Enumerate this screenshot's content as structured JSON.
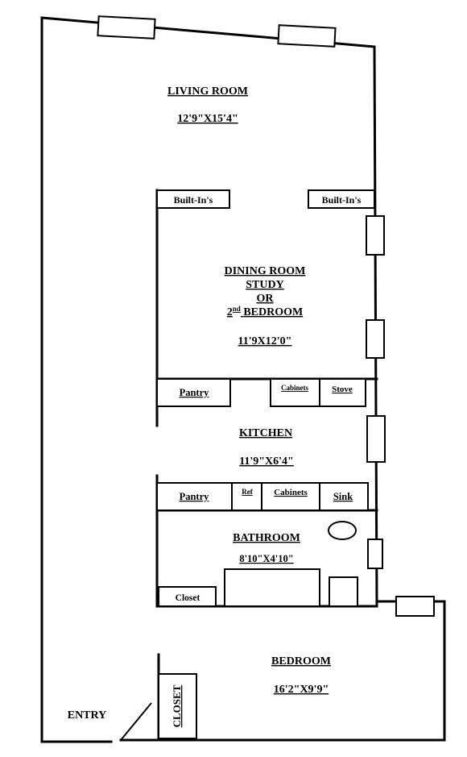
{
  "rooms": {
    "living_room": {
      "name": "LIVING ROOM",
      "dims": "12'9\"X15'4\""
    },
    "dining_room": {
      "line1": "DINING ROOM",
      "line2": "STUDY",
      "line3": "OR",
      "line4_num": "2",
      "line4_sup": "nd",
      "line4_rest": "BEDROOM",
      "dims": "11'9X12'0\""
    },
    "kitchen": {
      "name": "KITCHEN",
      "dims": "11'9\"X6'4\""
    },
    "bathroom": {
      "name": "BATHROOM",
      "dims": "8'10\"X4'10\""
    },
    "bedroom": {
      "name": "BEDROOM",
      "dims": "16'2\"X9'9\""
    }
  },
  "fixtures": {
    "built_in_left": "Built-In's",
    "built_in_right": "Built-In's",
    "pantry_upper": "Pantry",
    "cabinets_upper": "Cabinets",
    "stove": "Stove",
    "pantry_lower": "Pantry",
    "ref": "Ref",
    "cabinets_lower": "Cabinets",
    "sink": "Sink",
    "bath_closet": "Closet",
    "bedroom_closet": "CLOSET"
  },
  "entry": "ENTRY"
}
